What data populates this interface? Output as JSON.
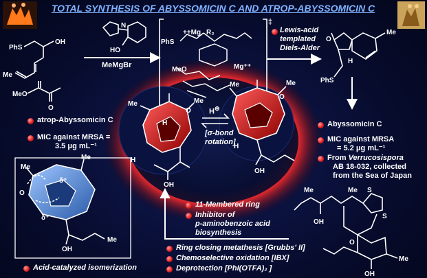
{
  "title": "TOTAL SYNTHESIS OF ABYSSOMICIN C AND ATROP-ABYSSOMICIN C",
  "reagent_mgbr": "MeMgBr",
  "diels_alder": [
    "Lewis-acid",
    "templated",
    "Diels-Alder"
  ],
  "dagger": "‡",
  "atrop_name": "atrop-Abyssomicin C",
  "atrop_mic": [
    "MIC against MRSA =",
    "3.5 μg mL⁻¹"
  ],
  "abyss_name": "Abyssomicin C",
  "abyss_mic": [
    "MIC against MRSA",
    "= 5.2 μg mL⁻¹"
  ],
  "source": {
    "prefix": "From ",
    "organism": "Verrucosispora",
    "lines": [
      "AB 18-032, collected",
      "from the Sea of Japan"
    ]
  },
  "rotation": [
    "H",
    "⊕",
    "[σ-bond",
    "rotation]"
  ],
  "ring_props": [
    "11-Membered ring",
    "Inhibitor of",
    "p-aminobenzoic acid",
    "biosynthesis"
  ],
  "steps": [
    "Ring closing metathesis [Grubbs' II]",
    "Chemoselective oxidation [IBX]",
    "Deprotection [PhI(OTFA)₂ ]"
  ],
  "isomerization": "Acid-catalyzed isomerization",
  "atoms": {
    "phs": "PhS",
    "oh": "OH",
    "me": "Me",
    "meo": "MeO",
    "o": "O",
    "h": "H",
    "mg": "Mg",
    "mgpp": "++Mg",
    "mgpp2": "Mg⁺⁺",
    "r2": "R₂",
    "n": "N",
    "ho": "HO",
    "s": "S",
    "dplus": "δ⁺"
  },
  "colors": {
    "title": "#7fb2ff",
    "red": "#cc1f1f",
    "blue": "#3d7fd6",
    "bond": "#ffffff"
  }
}
